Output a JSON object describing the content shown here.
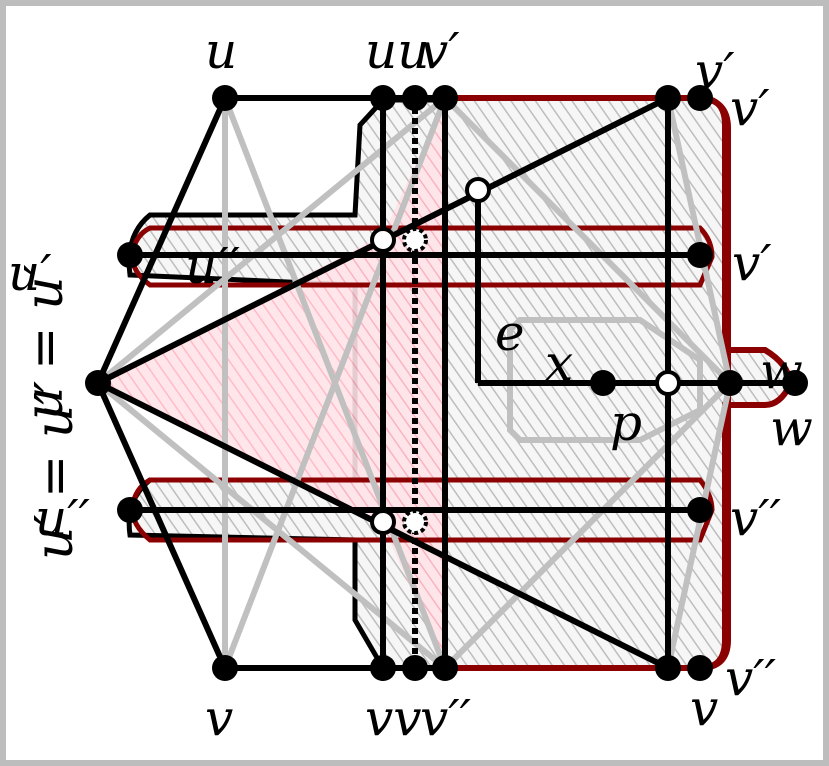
{
  "labels": {
    "u_top": "u",
    "uu_top": "uu",
    "v_prime_top": "v′",
    "v_prime_tr1": "v′",
    "v_prime_tr2": "v′",
    "u_prime_left": "u′",
    "u_double_prime_mid": "u′′",
    "v_prime_right": "v′",
    "e_label": "e",
    "x_label": "x",
    "p_label": "p",
    "w_label_1": "w",
    "w_label_2": "w",
    "u_double_prime_left": "u′′",
    "v_double_prime_right": "v′′",
    "v_bottom": "v",
    "vv_bottom": "vv",
    "v_double_prime_bottom": "v′′",
    "v_double_prime_br1": "v",
    "v_double_prime_br2": "v′′",
    "rot_left_top": "u = u′",
    "rot_left_bottom": "u′ = u′′"
  },
  "colors": {
    "frame": "#bdbdbd",
    "dark_red": "#8b0000",
    "pink_fill": "#ffd6de",
    "hatch_gray": "#bdbdbd",
    "light_gray": "#c0c0c0",
    "black": "#000000"
  }
}
